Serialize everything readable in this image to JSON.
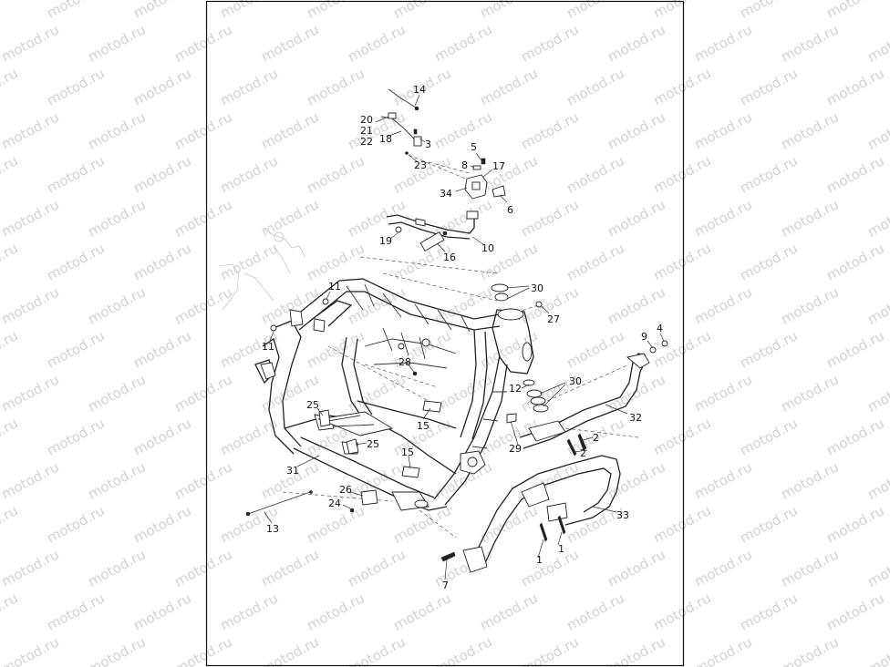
{
  "watermark": "motod.ru",
  "callouts": [
    "14",
    "20",
    "21",
    "22",
    "18",
    "3",
    "23",
    "5",
    "8",
    "17",
    "34",
    "6",
    "19",
    "16",
    "10",
    "30",
    "27",
    "11",
    "11",
    "9",
    "4",
    "28",
    "12",
    "30",
    "25",
    "15",
    "25",
    "32",
    "2",
    "2",
    "29",
    "31",
    "15",
    "26",
    "24",
    "33",
    "13",
    "1",
    "1",
    "7"
  ]
}
